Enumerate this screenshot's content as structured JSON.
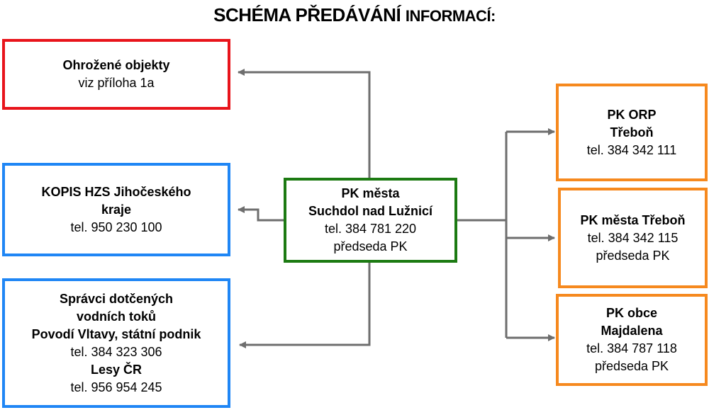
{
  "title": {
    "main": "SCHÉMA PŘEDÁVÁNÍ",
    "rest": "INFORMACÍ:"
  },
  "center": {
    "line1": "PK města",
    "line2": "Suchdol nad Lužnicí",
    "line3": "tel. 384 781 220",
    "line4": "předseda PK",
    "color": "#1c7a12"
  },
  "left": {
    "threatened": {
      "line1": "Ohrožené objekty",
      "line2": "viz příloha 1a",
      "color": "#e8141b"
    },
    "kopis": {
      "line1": "KOPIS HZS Jihočeského",
      "line2": "kraje",
      "line3": "tel. 950 230 100",
      "color": "#1f86f5"
    },
    "water": {
      "line1": "Správci dotčených",
      "line2": "vodních toků",
      "line3": "Povodí Vltavy, státní podnik",
      "line4": "tel. 384 323 306",
      "line5": "Lesy ČR",
      "line6": "tel. 956 954 245",
      "color": "#1f86f5"
    }
  },
  "right": {
    "orp": {
      "line1": "PK ORP",
      "line2": "Třeboň",
      "line3": "tel. 384 342 111",
      "color": "#f6891e"
    },
    "trebon": {
      "line1": "PK města Třeboň",
      "line2": "tel. 384 342 115",
      "line3": "předseda PK",
      "color": "#f6891e"
    },
    "majdalena": {
      "line1": "PK obce",
      "line2": "Majdalena",
      "line3": "tel. 384 787 118",
      "line4": "předseda PK",
      "color": "#f6891e"
    }
  },
  "connector_color": "#6e6e6e"
}
